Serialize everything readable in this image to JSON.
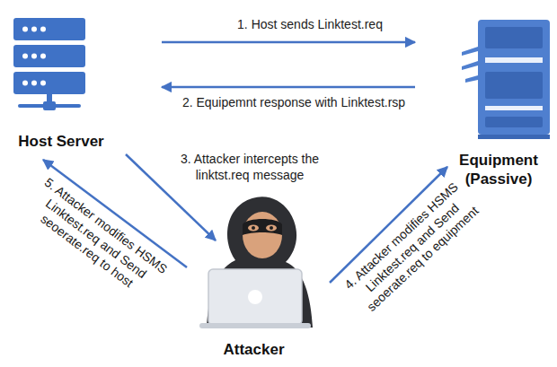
{
  "diagram": {
    "nodes": [
      {
        "text": [
          "Host Server"
        ]
      },
      {
        "text": [
          "Equipment (Passive)"
        ]
      },
      {
        "text": [
          "Attacker"
        ]
      }
    ],
    "edges": [
      {
        "from": 0,
        "to": 1,
        "arrow": "to",
        "label": "1. Host sends Linktest.req"
      },
      {
        "from": 1,
        "to": 0,
        "arrow": "to",
        "label": "2. Equipemnt response with Linktest.rsp"
      },
      {
        "from": 0,
        "to": 2,
        "arrow": "to",
        "label": "3. Attacker intercepts the linktst.req message"
      },
      {
        "from": 2,
        "to": 1,
        "arrow": "to",
        "label": "4. Attacker modifies HSMS Linktest.req and Send seoerate.req to equipment"
      },
      {
        "from": 2,
        "to": 0,
        "arrow": "to",
        "label": "5. Attacker modifies HSMS Linktest.req and Send seoerate.req to host"
      }
    ]
  }
}
